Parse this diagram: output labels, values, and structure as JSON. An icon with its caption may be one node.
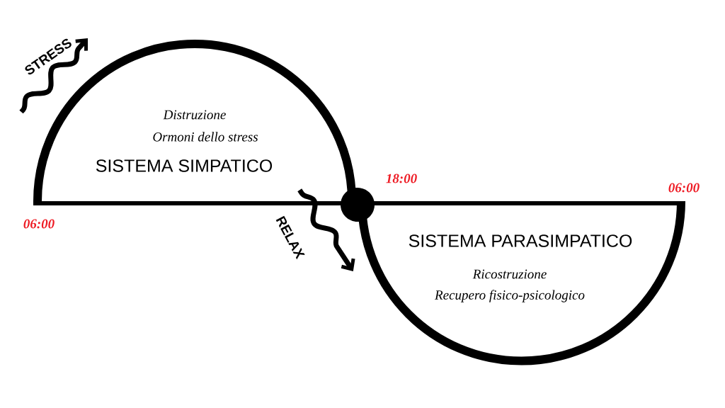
{
  "diagram": {
    "nodes": [
      {
        "text": [
          "Distruzione",
          "Ormoni dello stress",
          "SISTEMA SIMPATICO"
        ]
      },
      {
        "text": [
          "SISTEMA PARASIMPATICO",
          "Ricostruzione",
          "Recupero fisico-psicologico"
        ]
      },
      {
        "text": [],
        "shape": "circle"
      }
    ],
    "edges": [
      {
        "from": 0,
        "to": 1,
        "arrow": "to",
        "label": "RELAX"
      }
    ],
    "labels": [
      "STRESS",
      "18:00",
      "06:00",
      "06:00"
    ]
  }
}
